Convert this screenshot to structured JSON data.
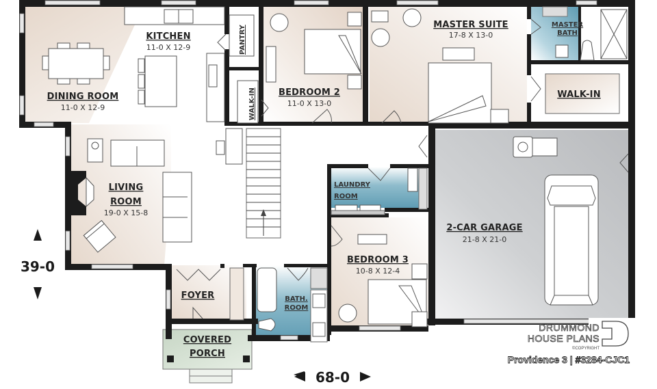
{
  "plan": {
    "name": "Providence 3",
    "plan_number": "#3284-CJC1",
    "title_line": "Providence 3 | #3284-CJC1",
    "overall_width": "68-0",
    "overall_depth": "39-0"
  },
  "branding": {
    "line1": "DRUMMOND",
    "line2": "HOUSE PLANS",
    "copyright": "©COPYRIGHT",
    "logo_letter": "D"
  },
  "rooms": {
    "kitchen": {
      "name": "KITCHEN",
      "dims": "11-0 X 12-9"
    },
    "dining": {
      "name": "DINING ROOM",
      "dims": "11-0 X 12-9"
    },
    "pantry": {
      "name": "PANTRY"
    },
    "walkin_hall": {
      "name": "WALK-IN"
    },
    "bedroom2": {
      "name": "BEDROOM 2",
      "dims": "11-0 X 13-0"
    },
    "master_suite": {
      "name": "MASTER SUITE",
      "dims": "17-8 X 13-0"
    },
    "master_bath": {
      "name_line1": "MASTER",
      "name_line2": "BATH"
    },
    "master_walkin": {
      "name": "WALK-IN"
    },
    "living": {
      "name_line1": "LIVING",
      "name_line2": "ROOM",
      "dims": "19-0 X 15-8"
    },
    "laundry": {
      "name_line1": "LAUNDRY",
      "name_line2": "ROOM"
    },
    "garage": {
      "name": "2-CAR GARAGE",
      "dims": "21-8 X 21-0"
    },
    "bedroom3": {
      "name": "BEDROOM 3",
      "dims": "10-8 X 12-4"
    },
    "foyer": {
      "name": "FOYER"
    },
    "bathroom": {
      "name_line1": "BATH.",
      "name_line2": "ROOM"
    },
    "porch": {
      "name_line1": "COVERED",
      "name_line2": "PORCH"
    }
  },
  "colors": {
    "wall": "#1c1c1c",
    "warm_floor": "#e9ddd3",
    "bath_blue": "#6fa8bd",
    "garage_gray": "#c4c6c8",
    "porch_green": "#cfdccd"
  }
}
